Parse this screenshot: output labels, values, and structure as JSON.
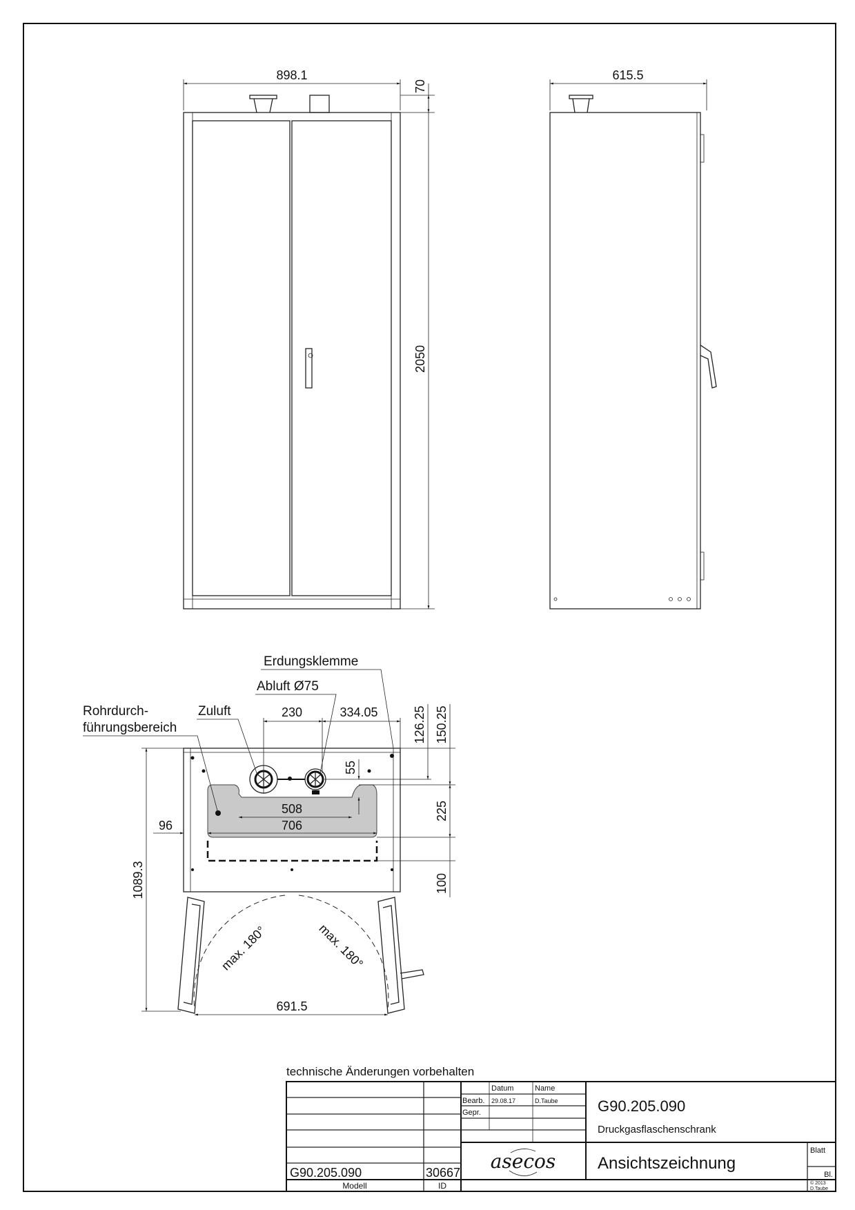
{
  "front_view": {
    "width": "898.1",
    "top_height": "70",
    "height": "2050"
  },
  "side_view": {
    "depth": "615.5"
  },
  "plan_view": {
    "erdungsklemme": "Erdungsklemme",
    "abluft": "Abluft Ø75",
    "zuluft": "Zuluft",
    "rohr_line1": "Rohrdurch-",
    "rohr_line2": "führungsbereich",
    "dim_230": "230",
    "dim_334": "334.05",
    "dim_126": "126.25",
    "dim_150": "150.25",
    "dim_55": "55",
    "dim_508": "508",
    "dim_706": "706",
    "dim_96": "96",
    "dim_225": "225",
    "dim_100": "100",
    "dim_1089": "1089.3",
    "dim_691": "691.5",
    "max_left": "max. 180°",
    "max_right": "max. 180°"
  },
  "note": "technische Änderungen vorbehalten",
  "title_block": {
    "datum_header": "Datum",
    "name_header": "Name",
    "bearb": "Bearb.",
    "bearb_date": "29.08.17",
    "bearb_name": "D.Taube",
    "gepr": "Gepr.",
    "drawing_number": "G90.205.090",
    "product": "Druckgasflaschenschrank",
    "logo": "asecos",
    "drawing_type": "Ansichtszeichnung",
    "blatt": "Blatt",
    "bl": "Bl.",
    "copyright": "© 2013",
    "copyright_name": "D.Taube",
    "model_value": "G90.205.090",
    "id_value": "30667",
    "model_label": "Modell",
    "id_label": "ID"
  }
}
